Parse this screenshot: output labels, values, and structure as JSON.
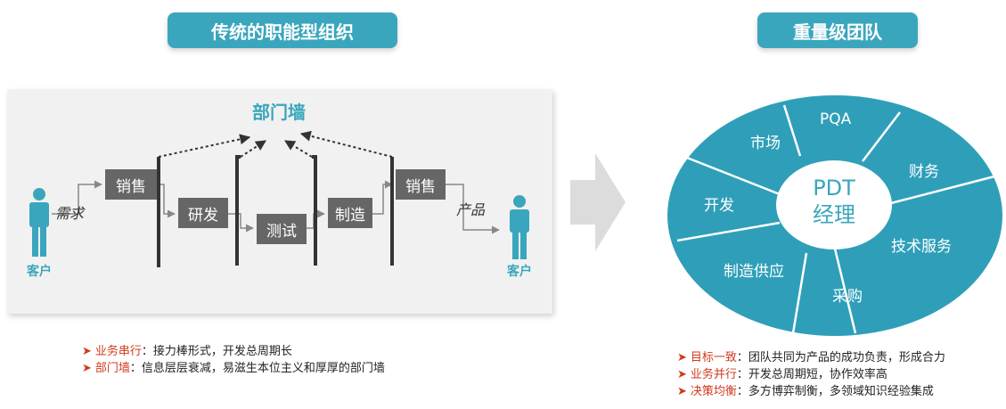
{
  "left": {
    "title": "传统的职能型组织",
    "wall_title": "部门墙",
    "boxes": [
      "销售",
      "研发",
      "测试",
      "制造",
      "销售"
    ],
    "customer_left": "客户",
    "customer_right": "客户",
    "demand_label": "需求",
    "product_label": "产品",
    "bullets": [
      {
        "key": "业务串行",
        "text": "：接力棒形式，开发总周期长"
      },
      {
        "key": "部门墙",
        "text": "：信息层层衰减，易滋生本位主义和厚厚的部门墙"
      }
    ]
  },
  "right": {
    "title": "重量级团队",
    "center": [
      "PDT",
      "经理"
    ],
    "segments": [
      "PQA",
      "财务",
      "技术服务",
      "采购",
      "制造供应",
      "开发",
      "市场"
    ],
    "bullets": [
      {
        "key": "目标一致",
        "text": "：团队共同为产品的成功负责，形成合力"
      },
      {
        "key": "业务并行",
        "text": "：开发总周期短，协作效率高"
      },
      {
        "key": "决策均衡",
        "text": "：多方博弈制衡，多领域知识经验集成"
      }
    ]
  },
  "colors": {
    "accent": "#3aa6bd",
    "ellipse": "#2f9fb9",
    "box": "#666666",
    "bullet_key": "#d03a1e"
  }
}
